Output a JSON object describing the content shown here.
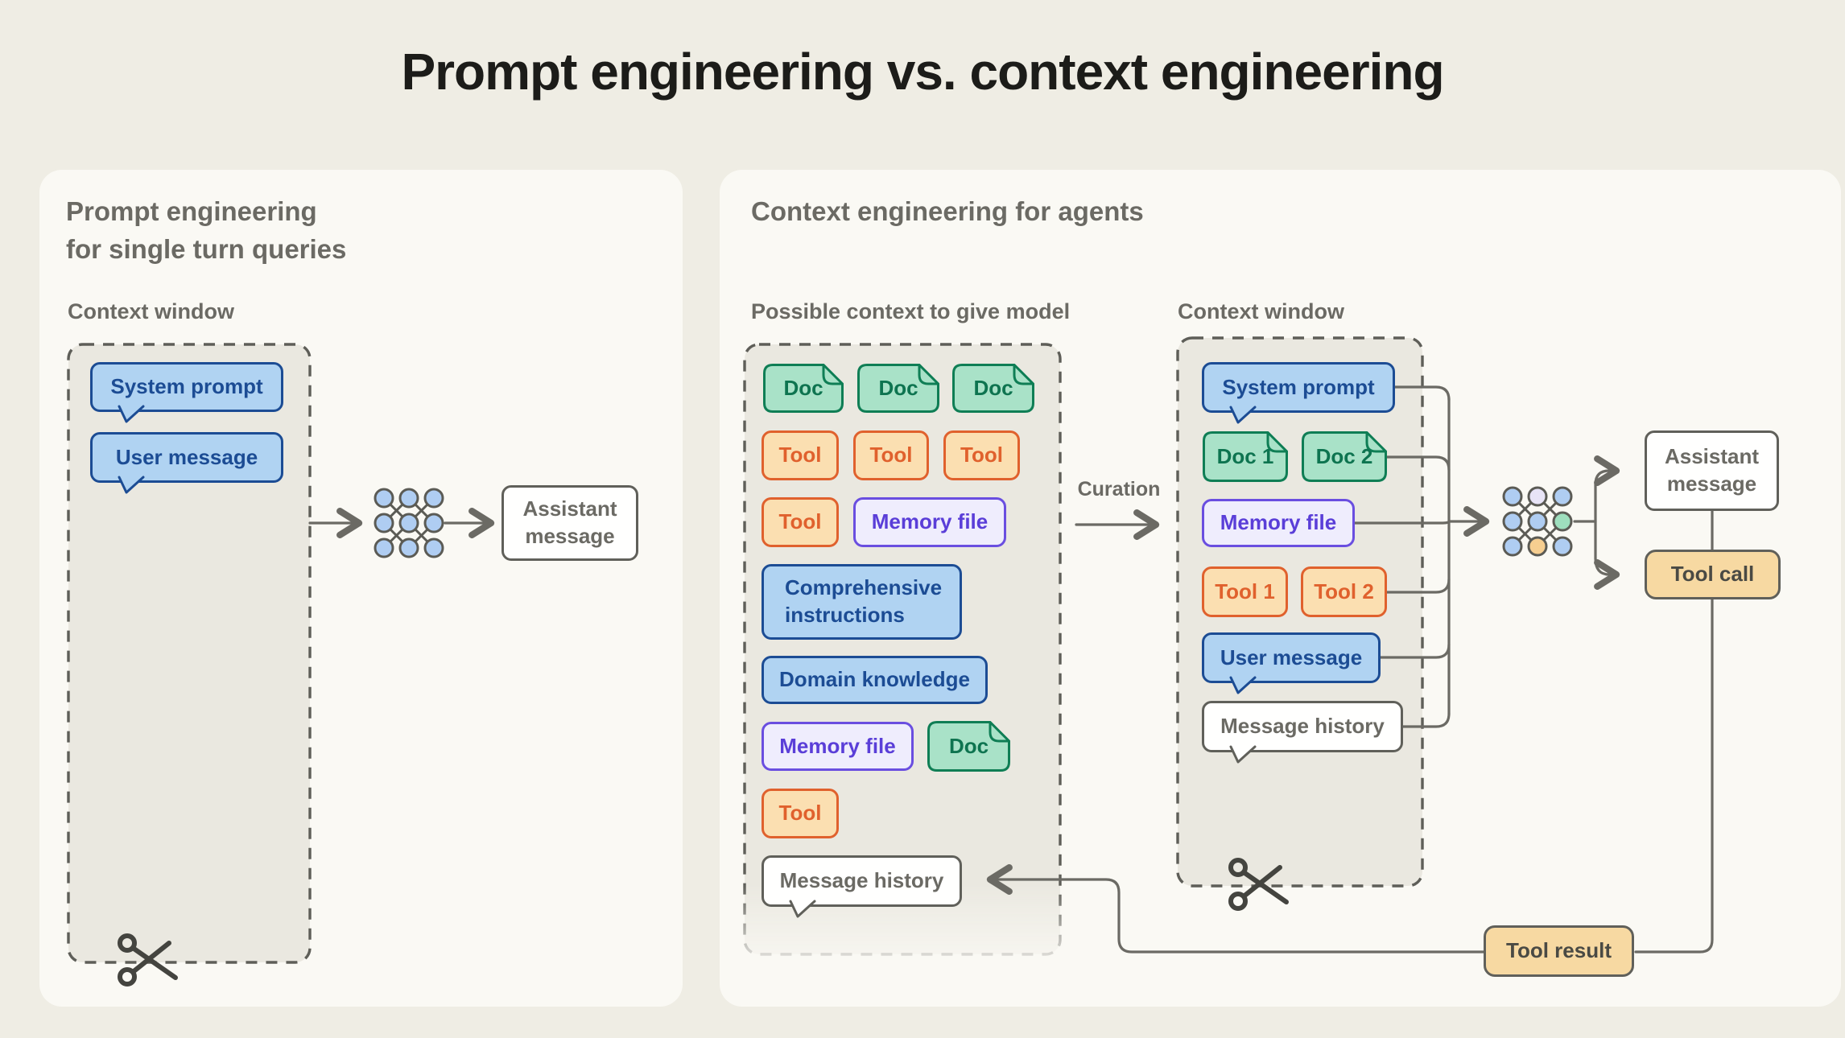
{
  "title": "Prompt engineering vs. context engineering",
  "left_panel": {
    "heading_line1": "Prompt engineering",
    "heading_line2": "for single turn queries",
    "context_window_label": "Context window",
    "system_prompt_chip": "System prompt",
    "user_message_chip": "User message",
    "assistant_message_box": "Assistant message"
  },
  "right_panel": {
    "heading": "Context engineering for agents",
    "possible_context_label": "Possible context to give model",
    "context_window_label": "Context window",
    "curation_label": "Curation",
    "pool_chips": [
      "Doc",
      "Doc",
      "Doc",
      "Tool",
      "Tool",
      "Tool",
      "Tool",
      "Memory file",
      "Comprehensive instructions",
      "Domain knowledge",
      "Memory file",
      "Doc",
      "Tool",
      "Message history"
    ],
    "window_chips": [
      "System prompt",
      "Doc 1",
      "Doc 2",
      "Memory file",
      "Tool 1",
      "Tool 2",
      "User message",
      "Message history"
    ],
    "assistant_message_box": "Assistant message",
    "tool_call_box": "Tool call",
    "tool_result_box": "Tool result"
  },
  "colors": {
    "bg": "#EFEDE4",
    "card": "#FAF9F4",
    "dark": "#1C1C19",
    "gray": "#6B6A64",
    "line": "#6B6A64",
    "dash_stroke": "#5E5E58",
    "dash_fill": "#EAE8E0",
    "blue_fill": "#B0D3F2",
    "blue_border": "#1C4C94",
    "green_fill": "#A9E2C8",
    "green_border": "#0F7E55",
    "green_text": "#0E7450",
    "orange_fill": "#FBDFB1",
    "orange_border": "#E0612D",
    "purple_fill": "#EFEDFD",
    "purple_border": "#6A4EE0",
    "purple_text": "#5A3ED8",
    "white_fill": "#FFFFFE",
    "box_border": "#60605A",
    "tan_fill": "#F7D9A2",
    "tan_text": "#4A4A44",
    "node_stroke": "#5B5B55",
    "scissors": "#44443F",
    "network_blue": "#AFCDF2",
    "network_lavender": "#E8E4F7",
    "network_green": "#9EDFBE",
    "network_orange": "#F6CE90"
  },
  "networks": {
    "left": [
      "#AFCDF2",
      "#AFCDF2",
      "#AFCDF2",
      "#AFCDF2",
      "#AFCDF2",
      "#AFCDF2",
      "#AFCDF2",
      "#AFCDF2",
      "#AFCDF2"
    ],
    "right": [
      "#AFCDF2",
      "#E8E4F7",
      "#AFCDF2",
      "#AFCDF2",
      "#AFCDF2",
      "#9EDFBE",
      "#AFCDF2",
      "#F6CE90",
      "#AFCDF2"
    ]
  }
}
